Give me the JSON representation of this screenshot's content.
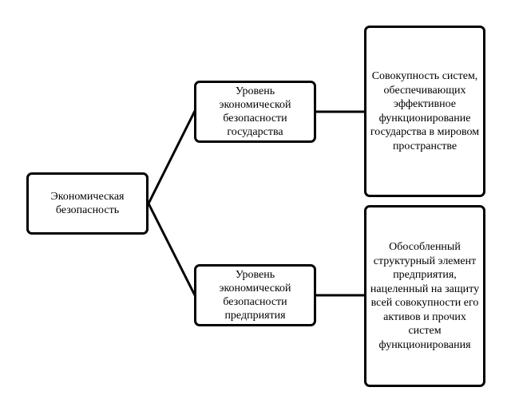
{
  "diagram": {
    "root": {
      "label": "Экономическая безопасность"
    },
    "levels": [
      {
        "label": "Уровень экономической безопасности государства",
        "definition": "Совокупность систем, обеспечивающих эффективное функционирование государства в мировом пространстве"
      },
      {
        "label": "Уровень экономической безопасности предприятия",
        "definition": "Обособленный структурный элемент предприятия, нацеленный на защиту всей совокупности его активов и прочих систем функционирования"
      }
    ]
  },
  "colors": {
    "line": "#000000",
    "box_border": "#000000",
    "background": "#ffffff"
  }
}
